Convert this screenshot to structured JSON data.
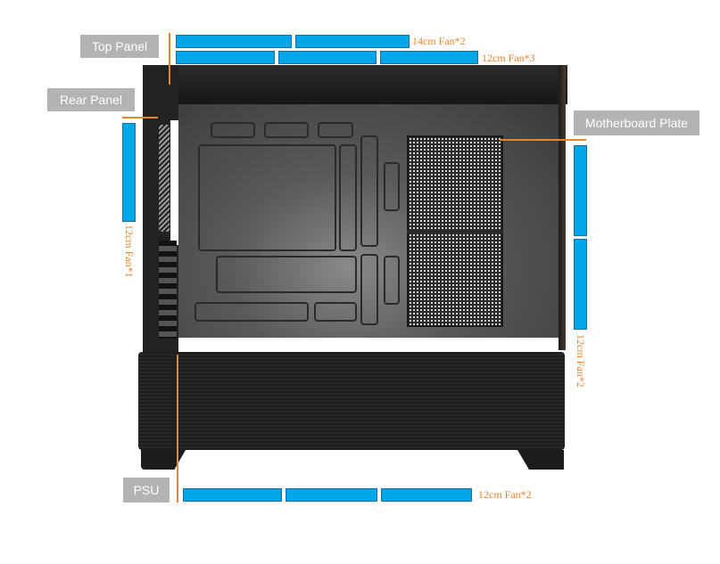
{
  "labels": {
    "top_panel": "Top Panel",
    "rear_panel": "Rear Panel",
    "motherboard_plate": "Motherboard Plate",
    "psu": "PSU"
  },
  "fans": {
    "top_row1_text": "14cm Fan*2",
    "top_row2_text": "12cm Fan*3",
    "rear_text": "12cm  Fan*1",
    "front_text": "12cm Fan*2",
    "bottom_text": "12cm Fan*2"
  },
  "colors": {
    "fan_fill": "#00a6e8",
    "leader_line": "#e8842c",
    "label_box": "#b3b3b3"
  }
}
